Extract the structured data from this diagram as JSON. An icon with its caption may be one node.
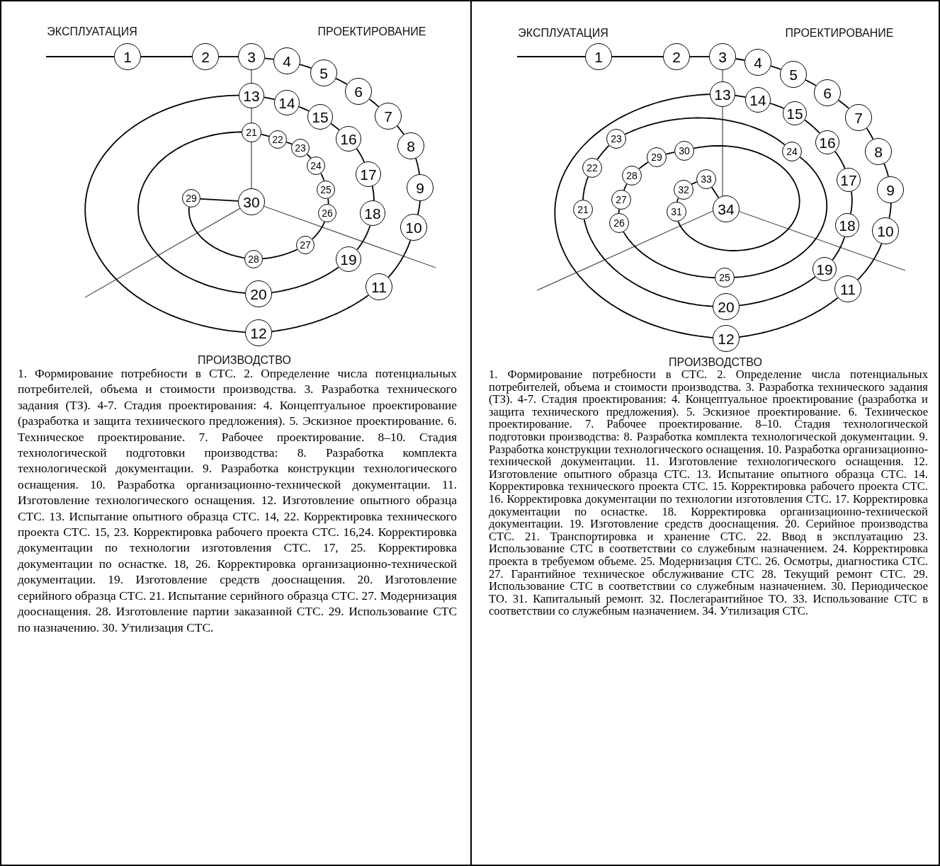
{
  "diagram": {
    "nodes": [
      {
        "text": [
          "1"
        ]
      },
      {
        "text": [
          "2"
        ]
      },
      {
        "text": [
          "3"
        ]
      },
      {
        "text": [
          "4"
        ]
      },
      {
        "text": [
          "5"
        ]
      },
      {
        "text": [
          "6"
        ]
      },
      {
        "text": [
          "7"
        ]
      },
      {
        "text": [
          "8"
        ]
      },
      {
        "text": [
          "9"
        ]
      },
      {
        "text": [
          "10"
        ]
      },
      {
        "text": [
          "11"
        ]
      },
      {
        "text": [
          "12"
        ]
      },
      {
        "text": [
          "13"
        ]
      },
      {
        "text": [
          "14"
        ]
      },
      {
        "text": [
          "15"
        ]
      },
      {
        "text": [
          "16"
        ]
      },
      {
        "text": [
          "17"
        ]
      },
      {
        "text": [
          "18"
        ]
      },
      {
        "text": [
          "19"
        ]
      },
      {
        "text": [
          "20"
        ]
      },
      {
        "text": [
          "21"
        ]
      },
      {
        "text": [
          "22"
        ]
      },
      {
        "text": [
          "23"
        ]
      },
      {
        "text": [
          "24"
        ]
      },
      {
        "text": [
          "25"
        ]
      },
      {
        "text": [
          "26"
        ]
      },
      {
        "text": [
          "27"
        ]
      },
      {
        "text": [
          "28"
        ]
      },
      {
        "text": [
          "29"
        ]
      },
      {
        "text": [
          "30"
        ]
      },
      {
        "text": [
          "1"
        ]
      },
      {
        "text": [
          "2"
        ]
      },
      {
        "text": [
          "3"
        ]
      },
      {
        "text": [
          "4"
        ]
      },
      {
        "text": [
          "5"
        ]
      },
      {
        "text": [
          "6"
        ]
      },
      {
        "text": [
          "7"
        ]
      },
      {
        "text": [
          "8"
        ]
      },
      {
        "text": [
          "9"
        ]
      },
      {
        "text": [
          "10"
        ]
      },
      {
        "text": [
          "11"
        ]
      },
      {
        "text": [
          "12"
        ]
      },
      {
        "text": [
          "13"
        ]
      },
      {
        "text": [
          "14"
        ]
      },
      {
        "text": [
          "15"
        ]
      },
      {
        "text": [
          "16"
        ]
      },
      {
        "text": [
          "17"
        ]
      },
      {
        "text": [
          "18"
        ]
      },
      {
        "text": [
          "19"
        ]
      },
      {
        "text": [
          "20"
        ]
      },
      {
        "text": [
          "21"
        ]
      },
      {
        "text": [
          "22"
        ]
      },
      {
        "text": [
          "23"
        ]
      },
      {
        "text": [
          "24"
        ]
      },
      {
        "text": [
          "25"
        ]
      },
      {
        "text": [
          "26"
        ]
      },
      {
        "text": [
          "27"
        ]
      },
      {
        "text": [
          "28"
        ]
      },
      {
        "text": [
          "29"
        ]
      },
      {
        "text": [
          "30"
        ]
      },
      {
        "text": [
          "31"
        ]
      },
      {
        "text": [
          "32"
        ]
      },
      {
        "text": [
          "33"
        ]
      },
      {
        "text": [
          "34"
        ]
      }
    ],
    "edges": [
      {
        "from": null,
        "to": 0,
        "arrow": "none"
      },
      {
        "from": 0,
        "to": 1,
        "arrow": "none"
      },
      {
        "from": 1,
        "to": 2,
        "arrow": "none"
      },
      {
        "from": 2,
        "to": 3,
        "arrow": "none"
      },
      {
        "from": 3,
        "to": 4,
        "arrow": "none"
      },
      {
        "from": 4,
        "to": 5,
        "arrow": "none"
      },
      {
        "from": 5,
        "to": 6,
        "arrow": "none"
      },
      {
        "from": 6,
        "to": 7,
        "arrow": "none"
      },
      {
        "from": 7,
        "to": 8,
        "arrow": "none"
      },
      {
        "from": 8,
        "to": 9,
        "arrow": "none"
      },
      {
        "from": 9,
        "to": 10,
        "arrow": "none"
      },
      {
        "from": 10,
        "to": 11,
        "arrow": "none"
      },
      {
        "from": 11,
        "to": 12,
        "arrow": "none"
      },
      {
        "from": 12,
        "to": 13,
        "arrow": "none"
      },
      {
        "from": 13,
        "to": 14,
        "arrow": "none"
      },
      {
        "from": 14,
        "to": 15,
        "arrow": "none"
      },
      {
        "from": 15,
        "to": 16,
        "arrow": "none"
      },
      {
        "from": 16,
        "to": 17,
        "arrow": "none"
      },
      {
        "from": 17,
        "to": 18,
        "arrow": "none"
      },
      {
        "from": 18,
        "to": 19,
        "arrow": "none"
      },
      {
        "from": 19,
        "to": 20,
        "arrow": "none"
      },
      {
        "from": 20,
        "to": 21,
        "arrow": "none"
      },
      {
        "from": 21,
        "to": 22,
        "arrow": "none"
      },
      {
        "from": 22,
        "to": 23,
        "arrow": "none"
      },
      {
        "from": 23,
        "to": 24,
        "arrow": "none"
      },
      {
        "from": 24,
        "to": 25,
        "arrow": "none"
      },
      {
        "from": 25,
        "to": 26,
        "arrow": "none"
      },
      {
        "from": 26,
        "to": 27,
        "arrow": "none"
      },
      {
        "from": 27,
        "to": 28,
        "arrow": "none"
      },
      {
        "from": 28,
        "to": 29,
        "arrow": "none"
      },
      {
        "from": null,
        "to": 30,
        "arrow": "none"
      },
      {
        "from": 30,
        "to": 31,
        "arrow": "none"
      },
      {
        "from": 31,
        "to": 32,
        "arrow": "none"
      },
      {
        "from": 32,
        "to": 33,
        "arrow": "none"
      },
      {
        "from": 33,
        "to": 34,
        "arrow": "none"
      },
      {
        "from": 34,
        "to": 35,
        "arrow": "none"
      },
      {
        "from": 35,
        "to": 36,
        "arrow": "none"
      },
      {
        "from": 36,
        "to": 37,
        "arrow": "none"
      },
      {
        "from": 37,
        "to": 38,
        "arrow": "none"
      },
      {
        "from": 38,
        "to": 39,
        "arrow": "none"
      },
      {
        "from": 39,
        "to": 40,
        "arrow": "none"
      },
      {
        "from": 40,
        "to": 41,
        "arrow": "none"
      },
      {
        "from": 41,
        "to": 42,
        "arrow": "none"
      },
      {
        "from": 42,
        "to": 43,
        "arrow": "none"
      },
      {
        "from": 43,
        "to": 44,
        "arrow": "none"
      },
      {
        "from": 44,
        "to": 45,
        "arrow": "none"
      },
      {
        "from": 45,
        "to": 46,
        "arrow": "none"
      },
      {
        "from": 46,
        "to": 47,
        "arrow": "none"
      },
      {
        "from": 47,
        "to": 48,
        "arrow": "none"
      },
      {
        "from": 48,
        "to": 49,
        "arrow": "none"
      },
      {
        "from": 49,
        "to": 50,
        "arrow": "none"
      },
      {
        "from": 50,
        "to": 51,
        "arrow": "none"
      },
      {
        "from": 51,
        "to": 52,
        "arrow": "none"
      },
      {
        "from": 52,
        "to": 53,
        "arrow": "none"
      },
      {
        "from": 53,
        "to": 54,
        "arrow": "none"
      },
      {
        "from": 54,
        "to": 55,
        "arrow": "none"
      },
      {
        "from": 55,
        "to": 56,
        "arrow": "none"
      },
      {
        "from": 56,
        "to": 57,
        "arrow": "none"
      },
      {
        "from": 57,
        "to": 58,
        "arrow": "none"
      },
      {
        "from": 58,
        "to": 59,
        "arrow": "none"
      },
      {
        "from": 59,
        "to": 60,
        "arrow": "none"
      },
      {
        "from": 60,
        "to": 61,
        "arrow": "none"
      },
      {
        "from": 61,
        "to": 62,
        "arrow": "none"
      },
      {
        "from": 62,
        "to": 63,
        "arrow": "none"
      }
    ],
    "labels": [
      "ЭКСПЛУАТАЦИЯ",
      "ПРОЕКТИРОВАНИЕ",
      "ПРОИЗВОДСТВО",
      "1. Формирование потребности в СТС. 2. Определение числа потенциальных потребителей, объема и стоимости производства. 3. Разработка технического задания (ТЗ). 4-7. Стадия проектирования: 4. Концептуальное проектирование (разработка и защита технического предложения). 5. Эскизное проектирование. 6. Техническое проектирование. 7. Рабочее проектирование. 8–10. Стадия технологической подготовки производства: 8. Разработка комплекта технологической документации. 9. Разработка конструкции технологического оснащения. 10. Разработка организационно-технической документации. 11. Изготовление технологического оснащения. 12. Изготовление опытного образца СТС. 13. Испытание опытного образца СТС. 14, 22. Корректировка технического проекта СТС. 15, 23. Корректировка рабочего проекта СТС. 16,24. Корректировка документации по технологии изготовления СТС. 17, 25. Корректировка документации по оснастке. 18, 26. Корректировка организационно-технической документации. 19. Изготовление средств дооснащения. 20. Изготовление серийного образца СТС. 21. Испытание серийного образца СТС. 27. Модернизация дооснащения. 28. Изготовление партии заказанной СТС. 29. Использование СТС по назначению. 30. Утилизация СТС.",
      "ЭКСПЛУАТАЦИЯ",
      "ПРОЕКТИРОВАНИЕ",
      "ПРОИЗВОДСТВО",
      "1. Формирование потребности в СТС. 2. Определение числа потенциальных потребителей, объема и стоимости производства. 3. Разработка технического задания (ТЗ). 4-7. Стадия проектирования: 4. Концептуальное проектирование (разработка и защита технического предложения). 5. Эскизное проектирование. 6. Техническое проектирование. 7. Рабочее проектирование. 8–10. Стадия технологической подготовки производства: 8. Разработка комплекта технологической документации. 9. Разработка конструкции технологического оснащения. 10. Разработка организационно-технической документации. 11. Изготовление технологического оснащения. 12. Изготовление опытного образца СТС. 13. Испытание опытного образца СТС. 14. Корректировка технического проекта СТС. 15. Корректировка рабочего проекта СТС. 16. Корректировка документации по технологии изготовления СТС. 17. Корректировка документации по оснастке. 18. Корректировка организационно-технической документации. 19. Изготовление средств дооснащения. 20. Серийное производства СТС. 21. Транспортировка и хранение СТС. 22. Ввод в эксплуатацию 23. Использование СТС в соответствии со служебным назначением. 24. Корректировка проекта в требуемом объеме. 25. Модернизация СТС. 26. Осмотры, диагностика СТС. 27. Гарантийное техническое обслуживание СТС 28. Текущий ремонт СТС. 29. Использование СТС в соответствии со служебным назначением. 30. Периодическое ТО. 31. Капитальный ремонт. 32. Послегарантийное ТО. 33. Использование СТС в соответствии со служебным назначением. 34. Утилизация СТС."
    ]
  }
}
